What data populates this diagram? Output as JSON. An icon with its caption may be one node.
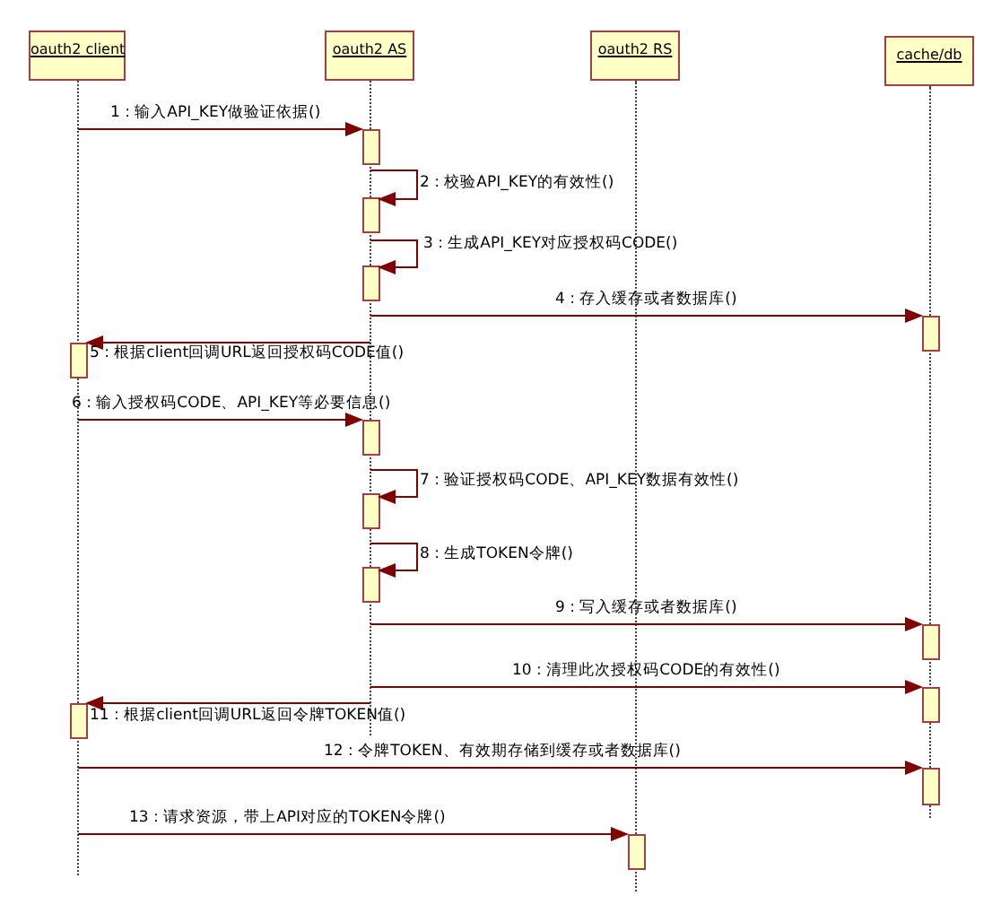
{
  "diagram": {
    "nodes": [
      {
        "text": [
          "oauth2 client"
        ]
      },
      {
        "text": [
          "oauth2 AS"
        ]
      },
      {
        "text": [
          "oauth2 RS"
        ]
      },
      {
        "text": [
          "cache/db"
        ]
      },
      {
        "text": [],
        "shape": "lifeline"
      },
      {
        "text": [],
        "shape": "lifeline"
      },
      {
        "text": [],
        "shape": "lifeline"
      },
      {
        "text": [],
        "shape": "lifeline"
      },
      {
        "text": [],
        "shape": "bar"
      },
      {
        "text": [],
        "shape": "bar"
      },
      {
        "text": [],
        "shape": "bar"
      },
      {
        "text": [],
        "shape": "bar"
      },
      {
        "text": [],
        "shape": "bar"
      },
      {
        "text": [],
        "shape": "bar"
      },
      {
        "text": [],
        "shape": "bar"
      },
      {
        "text": [],
        "shape": "bar"
      },
      {
        "text": [],
        "shape": "bar"
      },
      {
        "text": [],
        "shape": "bar"
      },
      {
        "text": [],
        "shape": "bar"
      },
      {
        "text": [],
        "shape": "bar"
      },
      {
        "text": [],
        "shape": "bar"
      }
    ],
    "edges": [
      {
        "from": 4,
        "to": 8,
        "arrow": "to",
        "label": "1 : 输入API_KEY做验证依据()"
      },
      {
        "from": 5,
        "to": 9,
        "arrow": "to",
        "label": "2 : 校验API_KEY的有效性()"
      },
      {
        "from": 5,
        "to": 10,
        "arrow": "to",
        "label": "3 : 生成API_KEY对应授权码CODE()"
      },
      {
        "from": 5,
        "to": 11,
        "arrow": "to",
        "label": "4 : 存入缓存或者数据库()"
      },
      {
        "from": 5,
        "to": 12,
        "arrow": "to",
        "label": "5 : 根据client回调URL返回授权码CODE值()"
      },
      {
        "from": 4,
        "to": 13,
        "arrow": "to",
        "label": "6 : 输入授权码CODE、API_KEY等必要信息()"
      },
      {
        "from": 5,
        "to": 14,
        "arrow": "to",
        "label": "7 : 验证授权码CODE、API_KEY数据有效性()"
      },
      {
        "from": 5,
        "to": 15,
        "arrow": "to",
        "label": "8 : 生成TOKEN令牌()"
      },
      {
        "from": 5,
        "to": 16,
        "arrow": "to",
        "label": "9 : 写入缓存或者数据库()"
      },
      {
        "from": 5,
        "to": 17,
        "arrow": "to",
        "label": "10 : 清理此次授权码CODE的有效性()"
      },
      {
        "from": 5,
        "to": 18,
        "arrow": "to",
        "label": "11 : 根据client回调URL返回令牌TOKEN值()"
      },
      {
        "from": 4,
        "to": 19,
        "arrow": "to",
        "label": "12 : 令牌TOKEN、有效期存储到缓存或者数据库()"
      },
      {
        "from": 4,
        "to": 20,
        "arrow": "to",
        "label": "13 : 请求资源，带上API对应的TOKEN令牌()"
      }
    ]
  }
}
